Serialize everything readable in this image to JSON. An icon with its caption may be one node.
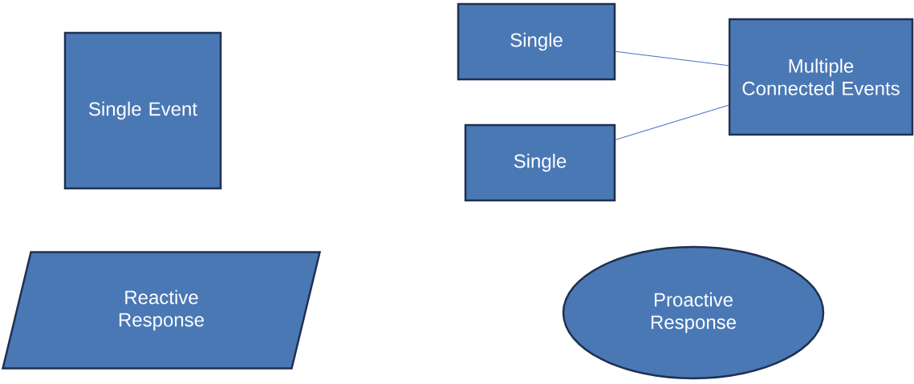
{
  "diagram": {
    "nodes": [
      {
        "text": [
          "Single Event"
        ]
      },
      {
        "text": [
          "Single"
        ]
      },
      {
        "text": [
          "Multiple Connected Events"
        ]
      },
      {
        "text": [
          "Single"
        ]
      },
      {
        "text": [
          "Reactive Response"
        ]
      },
      {
        "text": [
          "Proactive Response"
        ]
      }
    ],
    "edges": [
      {
        "from": 1,
        "to": 2,
        "arrow": "none"
      },
      {
        "from": 3,
        "to": 2,
        "arrow": "none"
      }
    ]
  }
}
